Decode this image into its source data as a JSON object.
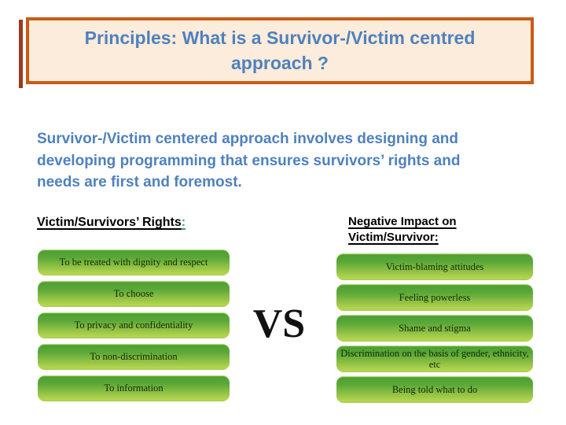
{
  "slide": {
    "title": "Principles: What is a Survivor-/Victim centred approach ?",
    "intro": "Survivor-/Victim centered approach involves designing and developing programming that ensures survivors’ rights and needs are first and foremost.",
    "left_heading_text": "Victim/Survivors’ Rights",
    "left_heading_colon": ":",
    "right_heading_line1": "Negative Impact on",
    "right_heading_line2": "Victim/Survivor:",
    "vs_label": "VS",
    "left_boxes": [
      "To be treated with dignity and respect",
      "To choose",
      "To privacy and confidentiality",
      "To non-discrimination",
      "To information"
    ],
    "right_boxes": [
      "Victim-blaming attitudes",
      "Feeling powerless",
      "Shame and stigma",
      "Discrimination on the basis of gender, ethnicity, etc",
      "Being told what to do"
    ],
    "colors": {
      "title_border": "#cc5a15",
      "title_fill": "#fcecdb",
      "title_text": "#4f81bd",
      "body_text": "#4f81bd",
      "accent_bar": "#9e3a1e",
      "box_gradient_top": "#4f9f33",
      "box_gradient_bottom": "#b5d650",
      "box_text": "#142805",
      "heading_colon": "#3f9e7a"
    }
  }
}
